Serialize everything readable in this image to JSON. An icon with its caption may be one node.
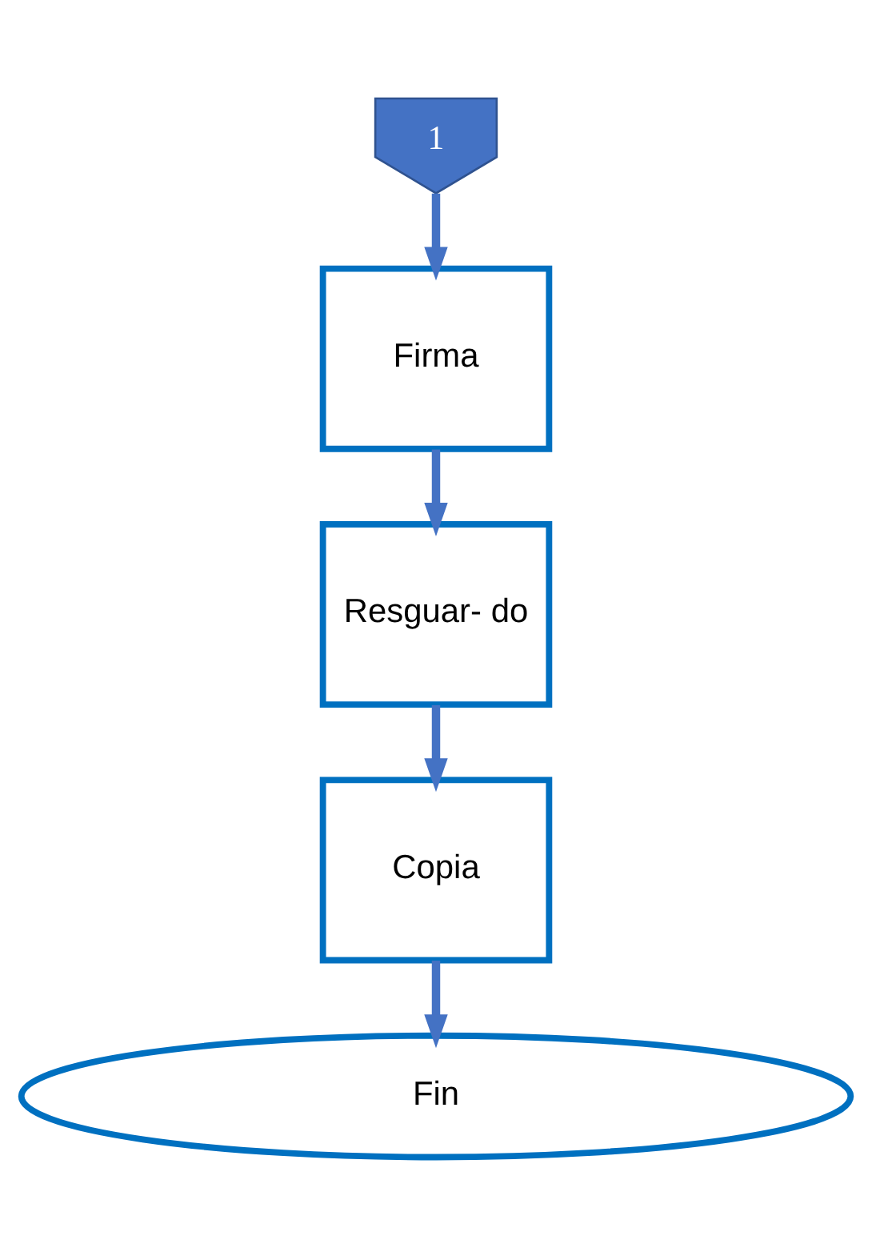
{
  "diagram": {
    "nodes": [
      {
        "text": [
          "1"
        ]
      },
      {
        "text": [
          "Firma"
        ]
      },
      {
        "text": [
          "Resguar- do"
        ]
      },
      {
        "text": [
          "Copia"
        ]
      },
      {
        "text": [
          "Fin"
        ]
      }
    ],
    "edges": [
      {
        "from": 0,
        "to": 1,
        "arrow": "to"
      },
      {
        "from": 1,
        "to": 2,
        "arrow": "to"
      },
      {
        "from": 2,
        "to": 3,
        "arrow": "to"
      },
      {
        "from": 3,
        "to": 4,
        "arrow": "to"
      }
    ]
  }
}
